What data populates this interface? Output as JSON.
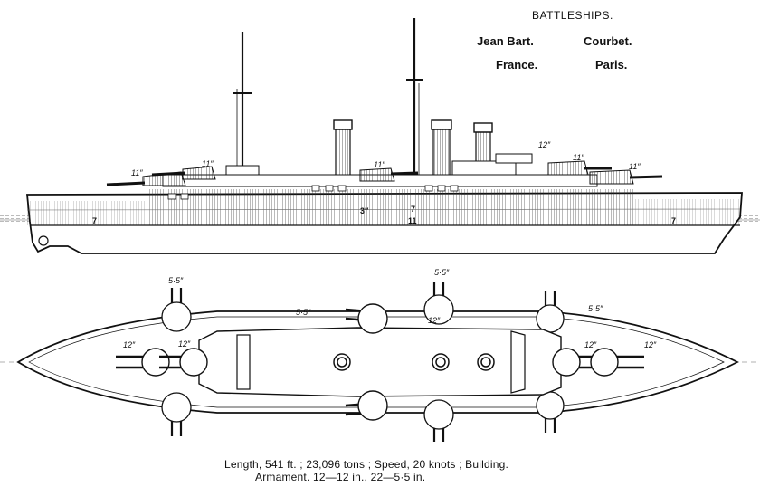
{
  "header": {
    "title": "BATTLESHIPS.",
    "ships": [
      "Jean Bart.",
      "Courbet.",
      "France.",
      "Paris."
    ]
  },
  "profile_labels": {
    "gun_12": "12″",
    "gun_11_bow": "11″",
    "gun_11_fore": "11″",
    "gun_11_mid": "11″",
    "gun_11_aft": "11″",
    "gun_11_stern": "11″",
    "armor_7_bow": "7",
    "armor_3": "3″",
    "armor_7_mid": "7",
    "armor_11": "11",
    "armor_7_stern": "7"
  },
  "plan_labels": {
    "sec_left_top": "5·5″",
    "sec_mid_left": "5·5″",
    "sec_center_top": "5·5″",
    "sec_right_top": "5·5″",
    "main_center": "12″",
    "main_left_outer": "12″",
    "main_left_inner": "12″",
    "main_right_inner": "12″",
    "main_right_outer": "12″"
  },
  "caption": {
    "line1": "Length, 541 ft. ; 23,096 tons ; Speed, 20 knots ; Building.",
    "line2": "Armament. 12—12 in., 22—5·5 in."
  },
  "colors": {
    "ink": "#111111",
    "paper": "#ffffff",
    "water": "#c9c9c9"
  }
}
